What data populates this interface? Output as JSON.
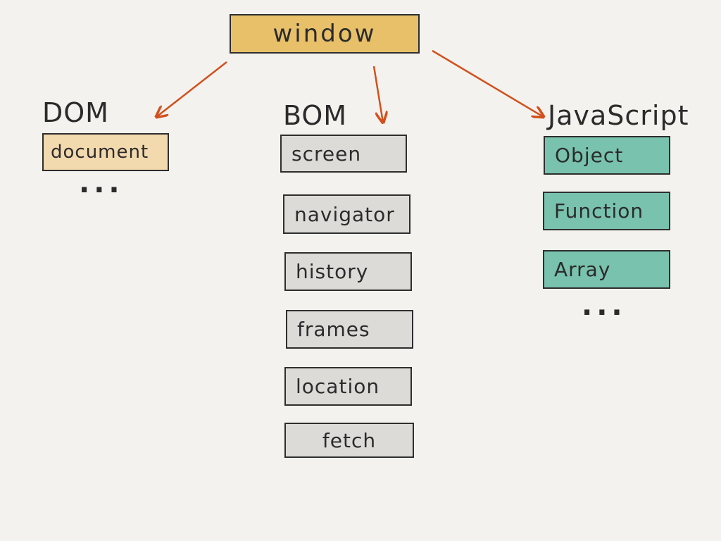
{
  "root": {
    "label": "window"
  },
  "dom": {
    "heading": "DOM",
    "items": [
      "document"
    ],
    "more": "..."
  },
  "bom": {
    "heading": "BOM",
    "items": [
      "screen",
      "navigator",
      "history",
      "frames",
      "location",
      "fetch"
    ]
  },
  "javascript": {
    "heading": "JavaScript",
    "items": [
      "Object",
      "Function",
      "Array"
    ],
    "more": "..."
  },
  "colors": {
    "root_fill": "#e8c06a",
    "dom_fill": "#f3d9ae",
    "bom_fill": "#dcdbd8",
    "js_fill": "#79c2ad",
    "arrow": "#d2501e",
    "background": "#f4f2ee"
  }
}
